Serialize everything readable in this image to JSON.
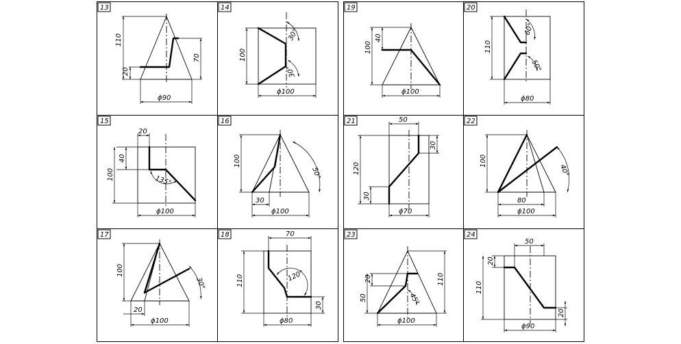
{
  "sheet_left": {
    "cells": {
      "c13": {
        "number": "13",
        "dims": {
          "d110": "110",
          "d20": "20",
          "d70": "70",
          "dia": "ϕ90"
        }
      },
      "c14": {
        "number": "14",
        "dims": {
          "d100": "100",
          "a30": "30°",
          "a30b": "30°",
          "dia": "ϕ100"
        }
      },
      "c15": {
        "number": "15",
        "dims": {
          "d20": "20",
          "d40": "40",
          "d100": "100",
          "a135": "135°",
          "dia": "ϕ100"
        }
      },
      "c16": {
        "number": "16",
        "dims": {
          "d100": "100",
          "a50": "50°",
          "d30": "30",
          "dia": "ϕ100"
        }
      },
      "c17": {
        "number": "17",
        "dims": {
          "d100": "100",
          "a30": "30°",
          "d20": "20",
          "dia": "ϕ100"
        }
      },
      "c18": {
        "number": "18",
        "dims": {
          "d70": "70",
          "d110": "110",
          "a120": "120°",
          "d30": "30",
          "dia": "ϕ80"
        }
      }
    }
  },
  "sheet_right": {
    "cells": {
      "c19": {
        "number": "19",
        "dims": {
          "d100": "100",
          "d40": "40",
          "dia": "ϕ100"
        }
      },
      "c20": {
        "number": "20",
        "dims": {
          "d110": "110",
          "a60": "60°",
          "a50": "50°",
          "dia": "ϕ80"
        }
      },
      "c21": {
        "number": "21",
        "dims": {
          "d50": "50",
          "d30a": "30",
          "d120": "120",
          "d30b": "30",
          "dia": "ϕ70"
        }
      },
      "c22": {
        "number": "22",
        "dims": {
          "d100": "100",
          "a40": "40°",
          "d80": "80",
          "dia": "ϕ100"
        }
      },
      "c23": {
        "number": "23",
        "dims": {
          "d20": "20",
          "d50": "50",
          "d110": "110",
          "a45": "45°",
          "dia": "ϕ100"
        }
      },
      "c24": {
        "number": "24",
        "dims": {
          "d50": "50",
          "d20a": "20",
          "d110": "110",
          "d20b": "20",
          "dia": "ϕ90"
        }
      }
    }
  }
}
